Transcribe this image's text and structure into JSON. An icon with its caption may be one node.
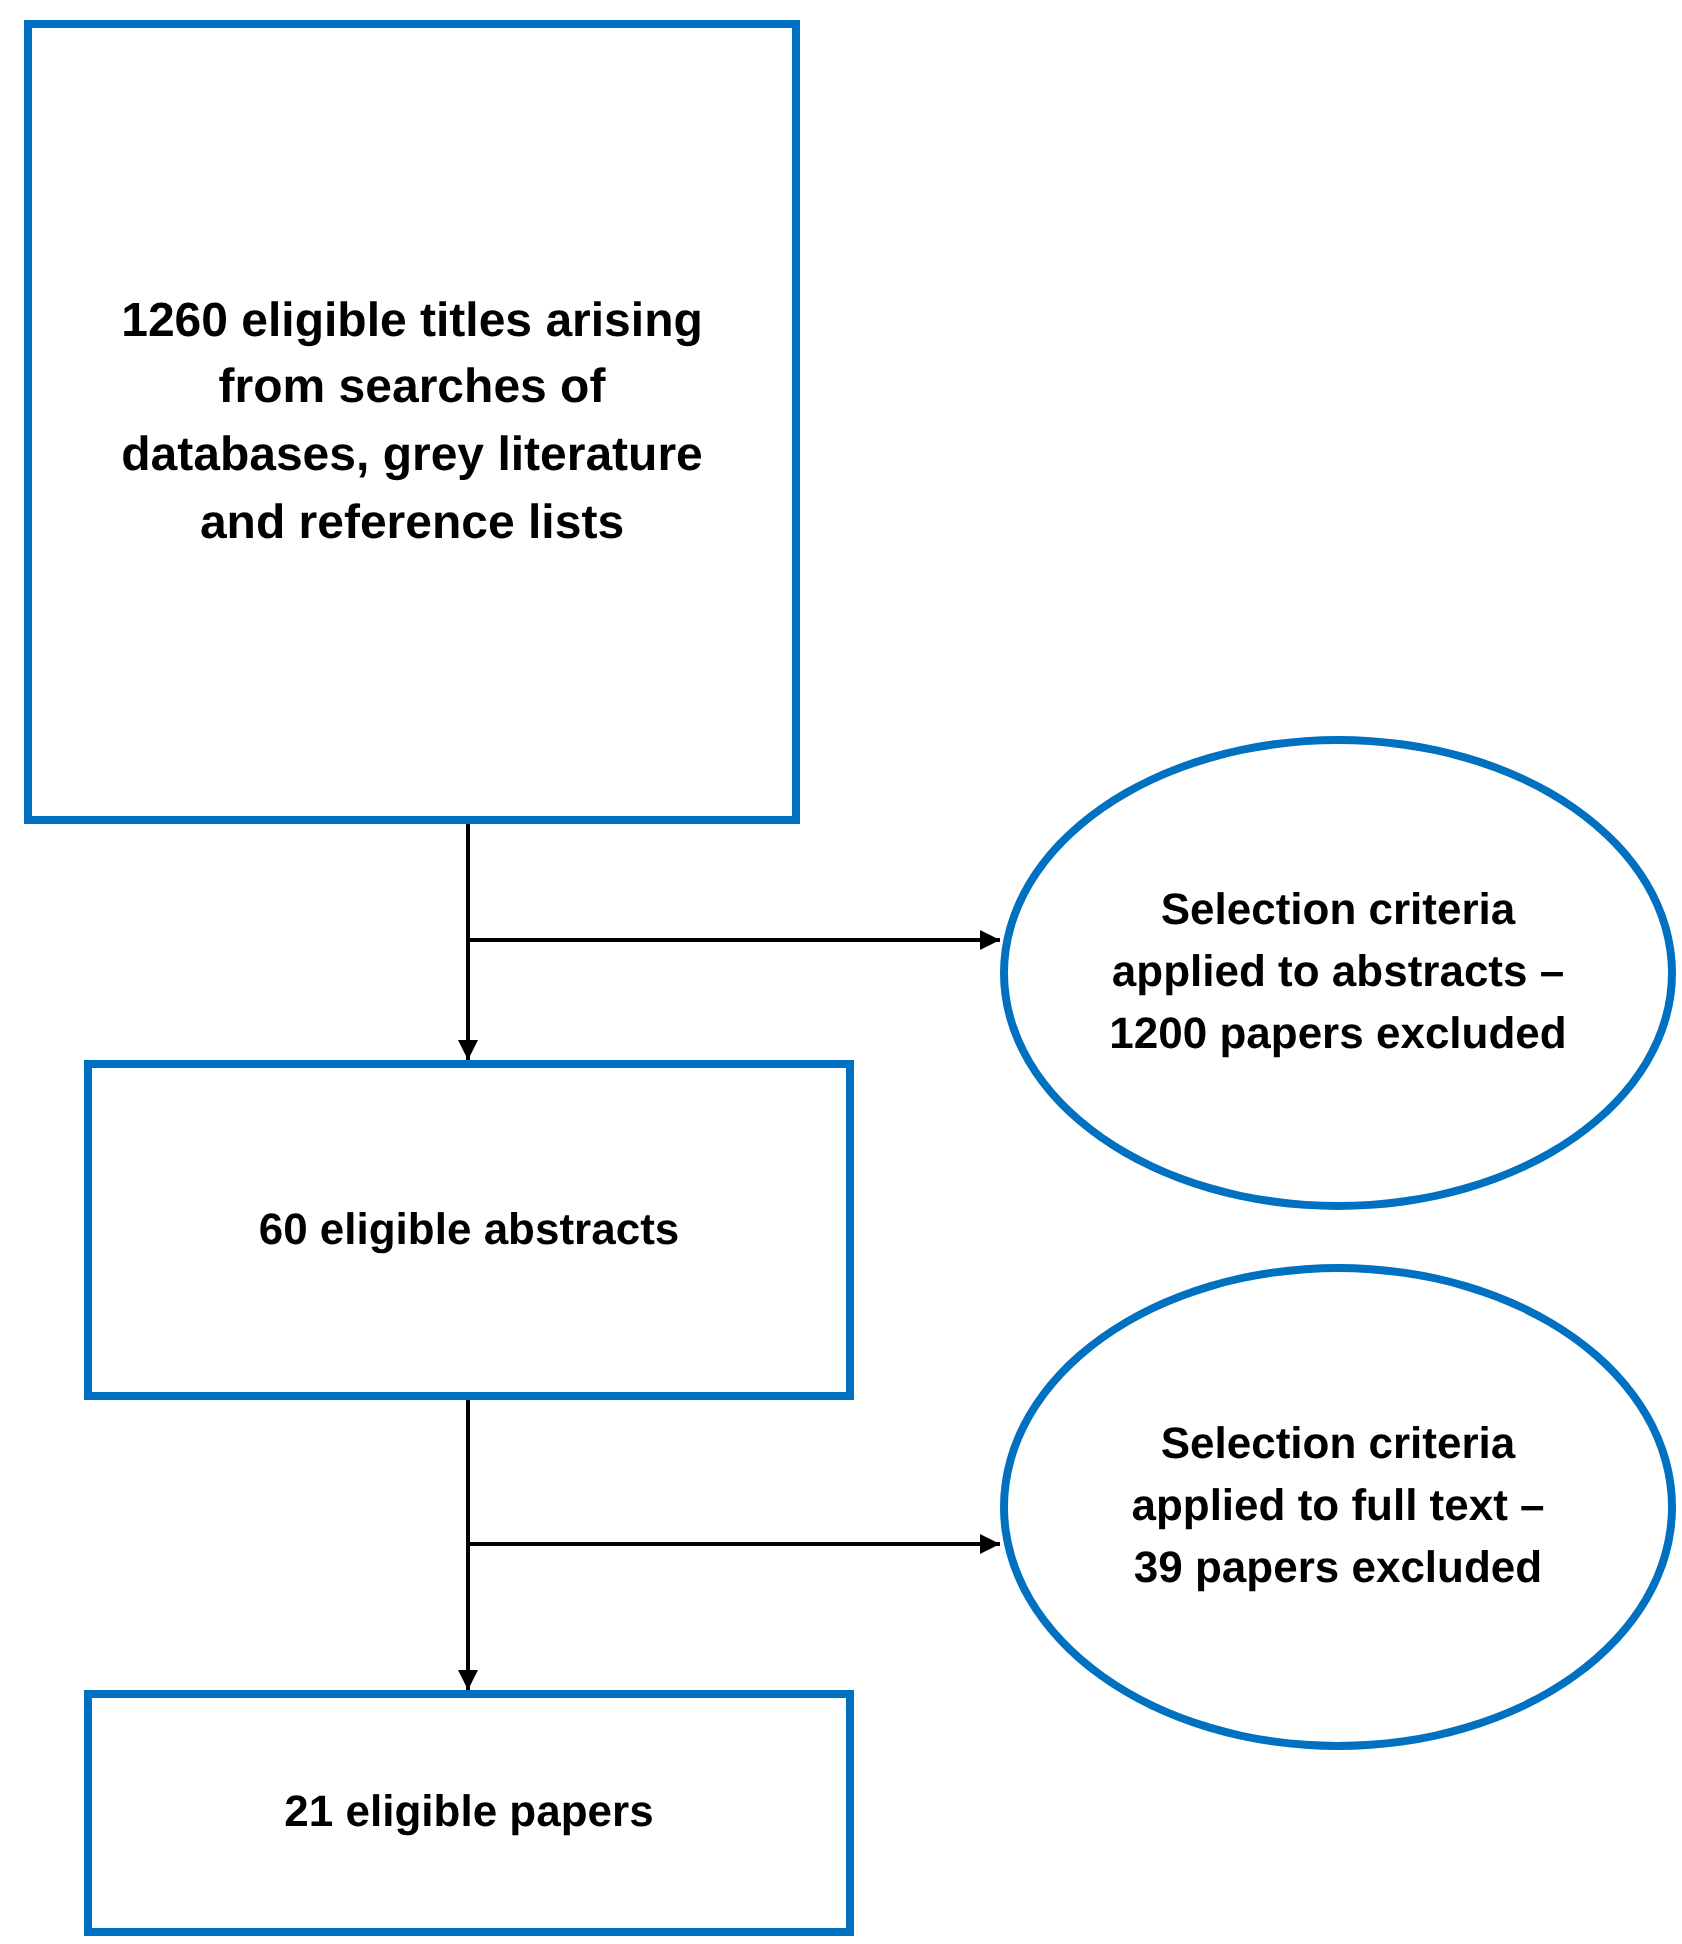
{
  "diagram": {
    "nodes": [
      {
        "text": [
          "1260 eligible titles arising from searches of databases, grey literature and reference lists"
        ]
      },
      {
        "text": [
          "Selection criteria applied to abstracts – 1200 papers excluded"
        ]
      },
      {
        "text": [
          "60 eligible abstracts"
        ]
      },
      {
        "text": [
          "Selection criteria applied to full text – 39 papers excluded"
        ]
      },
      {
        "text": [
          "21 eligible papers"
        ]
      }
    ],
    "edges": [
      {
        "from": 0,
        "to": 2,
        "arrow": "to"
      },
      {
        "from": 0,
        "to": 1,
        "arrow": "to"
      },
      {
        "from": 2,
        "to": 4,
        "arrow": "to"
      },
      {
        "from": 2,
        "to": 3,
        "arrow": "to"
      }
    ]
  }
}
